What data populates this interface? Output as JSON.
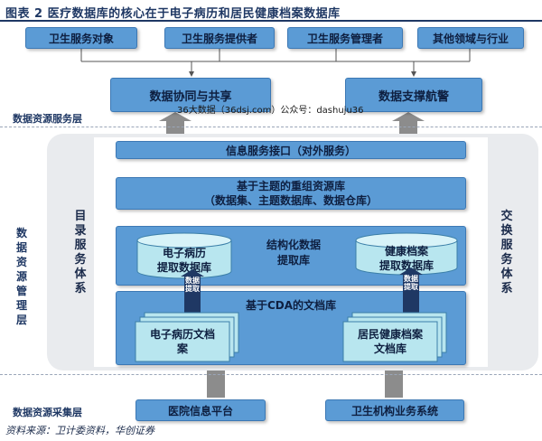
{
  "title": "图表 2   医疗数据库的核心在于电子病历和居民健康档案数据库",
  "top_boxes": [
    "卫生服务对象",
    "卫生服务提供者",
    "卫生服务管理者",
    "其他领域与行业"
  ],
  "service": {
    "collab": "数据协同与共享",
    "navigation": "数据支撑航警",
    "layer_label": "数据资源服务层"
  },
  "watermark": "36大数据（36dsj.com）公众号：dashuju36",
  "mgmt": {
    "left_label": "数据资源管理层",
    "left_col": "目录服务体系",
    "right_col": "交换服务体系",
    "interface": "信息服务接口（对外服务）",
    "theme_line1": "基于主题的重组资源库",
    "theme_line2": "（数据集、主题数据库、数据仓库）",
    "structured_line1": "结构化数据",
    "structured_line2": "提取库",
    "emr_db_line1": "电子病历",
    "emr_db_line2": "提取数据库",
    "health_db_line1": "健康档案",
    "health_db_line2": "提取数据库",
    "cda": "基于CDA的文档库",
    "emr_doc_line1": "电子病历文档",
    "emr_doc_line2": "案",
    "health_doc_line1": "居民健康档案",
    "health_doc_line2": "文档库",
    "extract_label": "数据提取"
  },
  "collect": {
    "layer_label": "数据资源采集层",
    "hospital": "医院信息平台",
    "public_health": "卫生机构业务系统"
  },
  "source": "资料来源：卫计委资料，华创证券",
  "colors": {
    "accent_blue": "#5b9bd5",
    "light_blue": "#a9c7e8",
    "teal": "#b8e6ef",
    "dark_navy": "#1f3864",
    "arrow_gray": "#8c8c8c"
  }
}
